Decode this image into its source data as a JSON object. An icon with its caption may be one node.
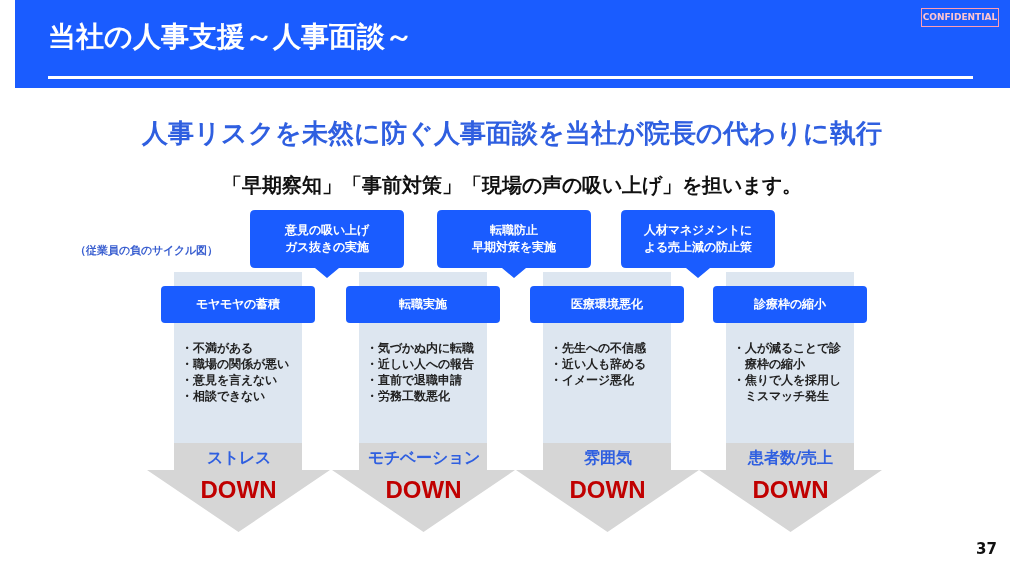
{
  "diagram": {
    "title": "当社の人事支援～人事面談～",
    "nodes": [
      {
        "text": [
          "意見の吸い上げガス抜きの実施"
        ]
      },
      {
        "text": [
          "転職防止",
          "早期対策を実施"
        ]
      },
      {
        "text": [
          "人材マネジメントによる売上減の防止策"
        ]
      },
      {
        "text": [
          "・不満がある",
          "・職場の関係が悪い",
          "・意見を言えない",
          "・相談できない",
          "ストレス",
          "DOWN"
        ]
      },
      {
        "text": [
          "モヤモヤの蓄積"
        ],
        "in": 3
      },
      {
        "text": [
          "・気づかぬ内に転職",
          "・近しい人への報告",
          "・直前で退職申請",
          "・労務工数悪化",
          "モチベーション",
          "DOWN"
        ]
      },
      {
        "text": [
          "転職実施"
        ],
        "in": 5
      },
      {
        "text": [
          "・先生への不信感",
          "・近い人も辞める",
          "・イメージ悪化",
          "雰囲気",
          "DOWN"
        ]
      },
      {
        "text": [
          "医療環境悪化"
        ],
        "in": 7
      },
      {
        "text": [
          "・人が減ることで診療枠の縮小",
          "・焦りで人を採用しミスマッチ発生",
          "患者数/売上",
          "DOWN"
        ]
      },
      {
        "text": [
          "診療枠の縮小"
        ],
        "in": 9
      }
    ],
    "labels": [
      "CONFIDENTIAL",
      "人事リスクを未然に防ぐ人事面談を当社が院長の代わりに執行",
      "「早期察知」「事前対策」「現場の声の吸い上げ」を担います。",
      "（従業員の負のサイクル図）",
      "37"
    ]
  }
}
